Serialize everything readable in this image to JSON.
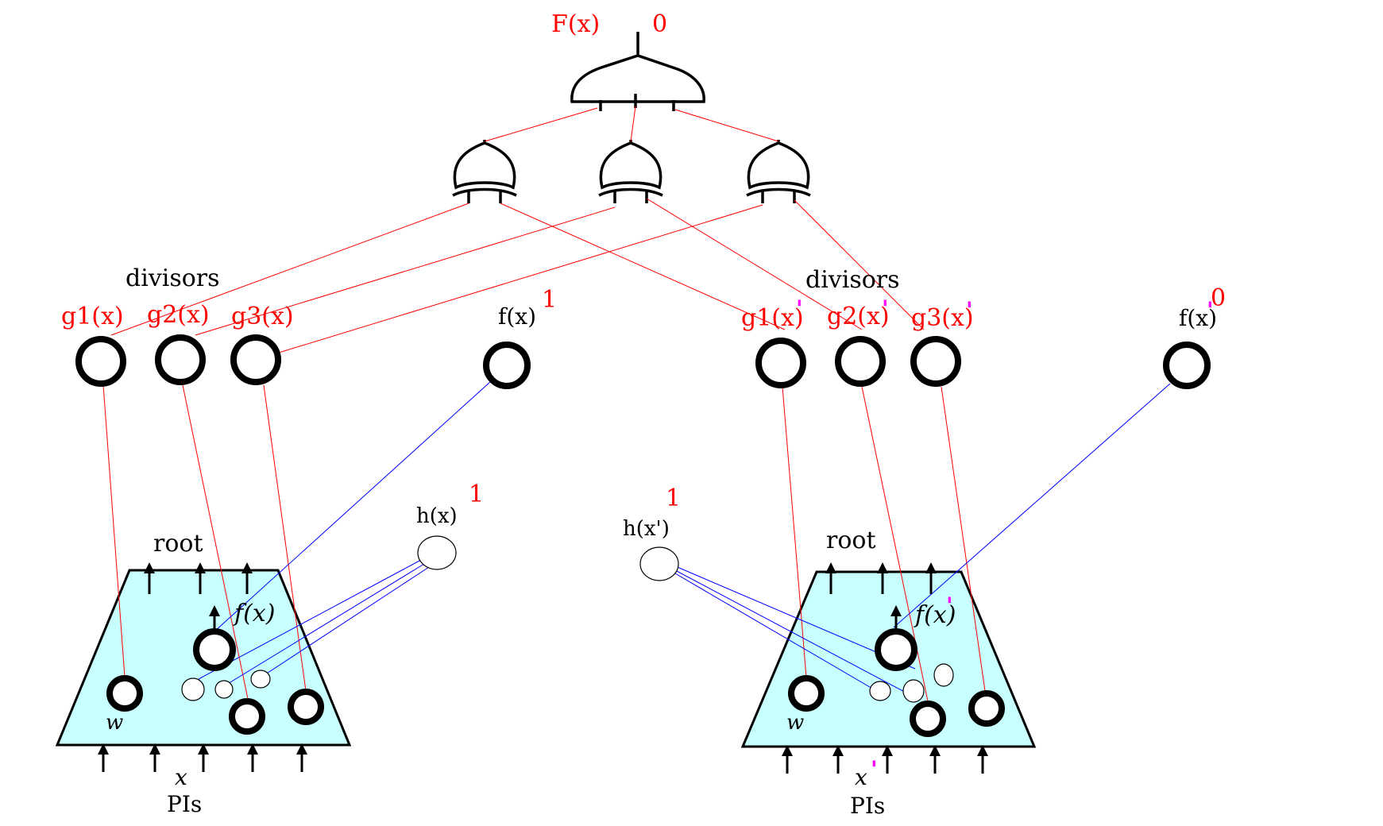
{
  "colors": {
    "label": "#ff0000",
    "text": "#000000",
    "prime_mark": "#ff00ff",
    "network_fill": "#c8ffff",
    "f_wire": "#0000ff",
    "divisor_wire": "#ff0000"
  },
  "top": {
    "output_label": "F(x)",
    "output_value": "0"
  },
  "left": {
    "divisors_label": "divisors",
    "g1": "g1(x)",
    "g2": "g2(x)",
    "g3": "g3(x)",
    "f_label": "f(x)",
    "f_value": "1",
    "h_label": "h(x)",
    "h_value": "1",
    "root_label": "root",
    "inner_f": "f(x)",
    "w_label": "w",
    "x_label": "x",
    "pis_label": "PIs"
  },
  "right": {
    "divisors_label": "divisors",
    "g1": "g1(x)",
    "g2": "g2(x)",
    "g3": "g3(x)",
    "f_label": "f(x)",
    "f_value": "0",
    "h_label": "h(x')",
    "h_value": "1",
    "root_label": "root",
    "inner_f": "f(x)",
    "w_label": "w",
    "x_label": "x",
    "pis_label": "PIs",
    "prime_mark": "'"
  }
}
